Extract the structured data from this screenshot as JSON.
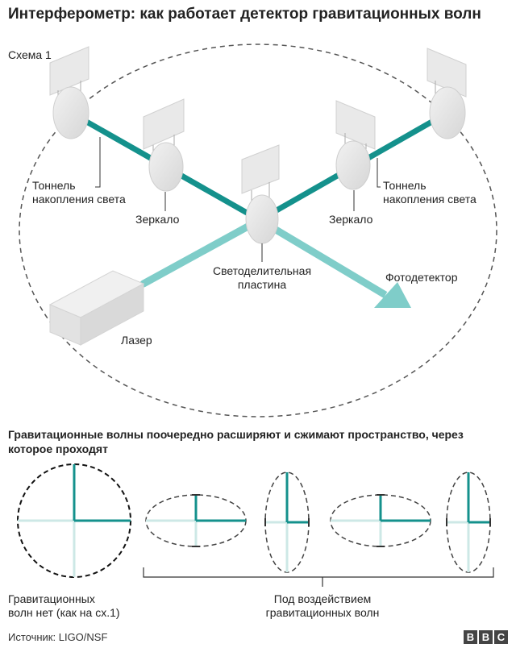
{
  "title": "Интерферометр: как работает детектор гравитационных волн",
  "scheme_label": "Схема 1",
  "labels": {
    "tunnel_left_1": "Тоннель",
    "tunnel_left_2": "накопления света",
    "mirror_left": "Зеркало",
    "mirror_right": "Зеркало",
    "tunnel_right_1": "Тоннель",
    "tunnel_right_2": "накопления света",
    "splitter_1": "Светоделительная",
    "splitter_2": "пластина",
    "photodetector": "Фотодетектор",
    "laser": "Лазер"
  },
  "subtitle": "Гравитационные волны поочередно расширяют и сжимают пространство, через которое проходят",
  "bottom_labels": {
    "no_waves_1": "Гравитационных",
    "no_waves_2": "волн нет (как на сх.1)",
    "under_waves_1": "Под воздействием",
    "under_waves_2": "гравитационных волн"
  },
  "footer": {
    "source": "Источник: LIGO/NSF",
    "logo": [
      "B",
      "B",
      "C"
    ]
  },
  "colors": {
    "beam_dark": "#14918c",
    "beam_light": "#7fcdc9",
    "dashed": "#555555",
    "mirror": "#e6e6e6"
  }
}
